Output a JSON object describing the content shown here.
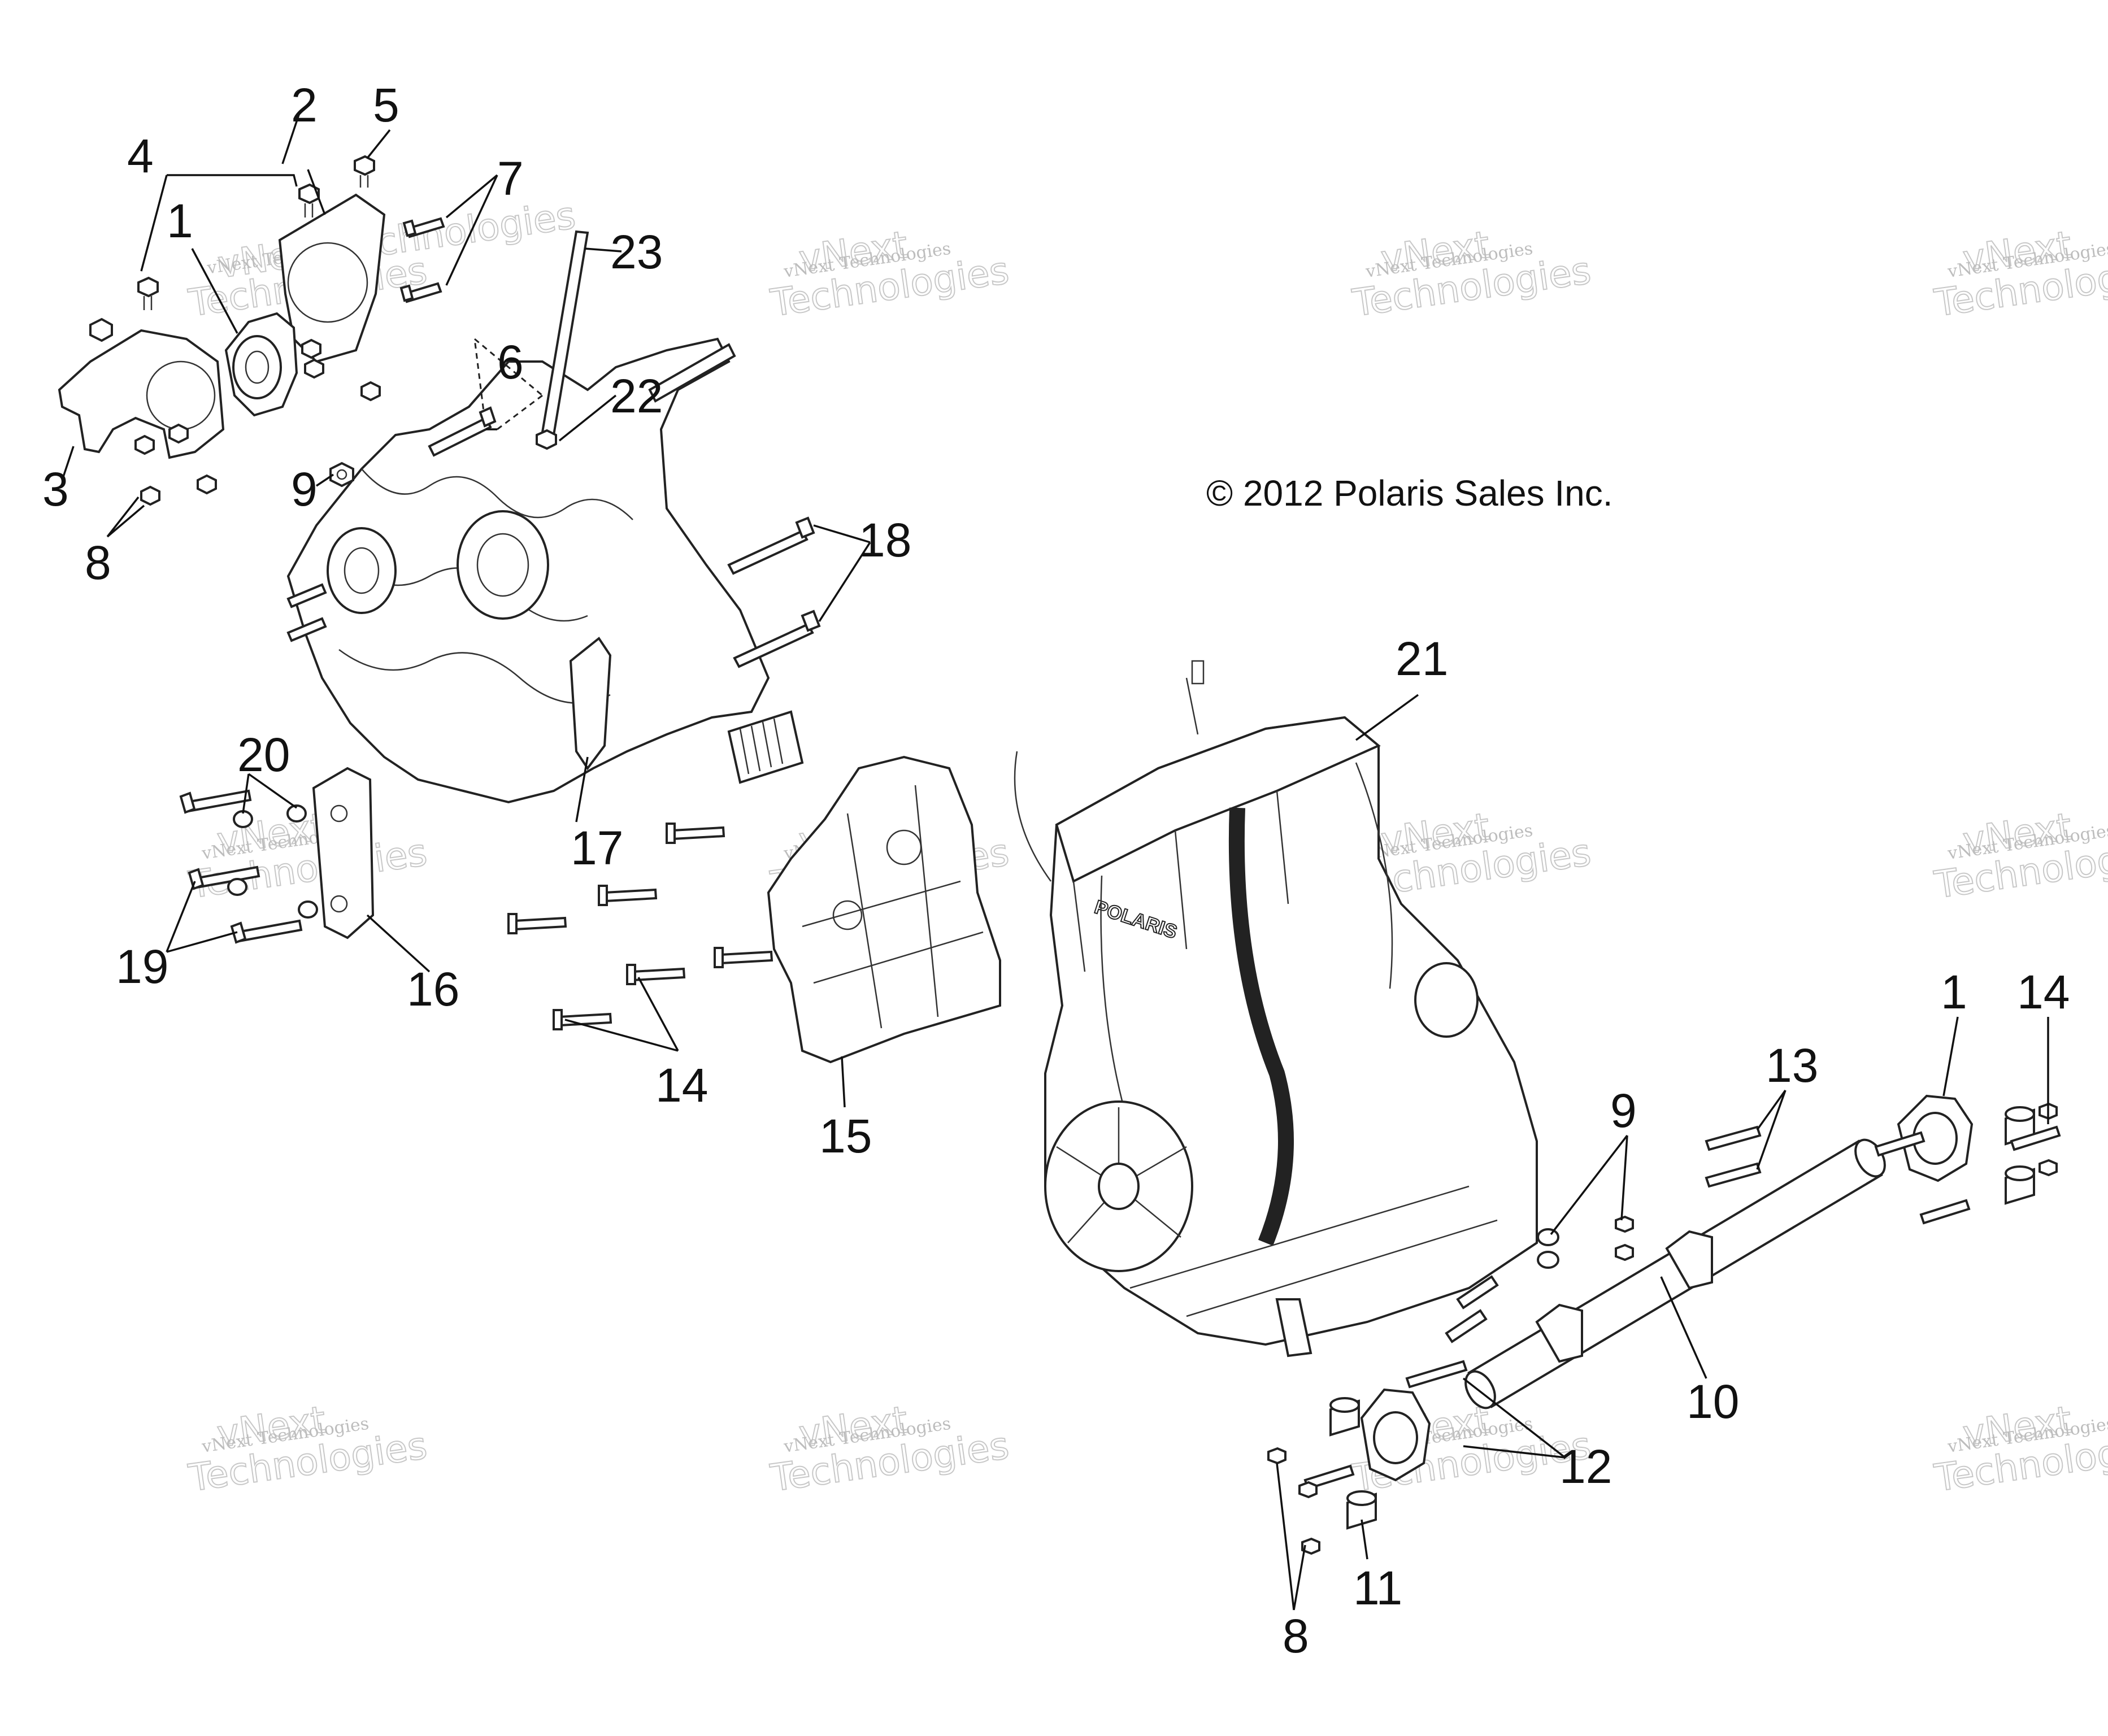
{
  "copyright": "© 2012 Polaris Sales Inc.",
  "watermark": {
    "line1": "vNext Technologies",
    "line2": "vNext\nTechnologies"
  },
  "callouts": {
    "c1a": "1",
    "c2": "2",
    "c3": "3",
    "c4": "4",
    "c5": "5",
    "c6": "6",
    "c7": "7",
    "c8a": "8",
    "c9a": "9",
    "c23": "23",
    "c22": "22",
    "c18": "18",
    "c17": "17",
    "c20": "20",
    "c19": "19",
    "c16": "16",
    "c14a": "14",
    "c15": "15",
    "c21": "21",
    "c9b": "9",
    "c13": "13",
    "c1b": "1",
    "c14b": "14",
    "c10": "10",
    "c12": "12",
    "c11": "11",
    "c8b": "8"
  },
  "engine_brand": "POLARIS",
  "colors": {
    "line": "#111111",
    "background": "#ffffff",
    "watermark": "#c8c8c8"
  }
}
